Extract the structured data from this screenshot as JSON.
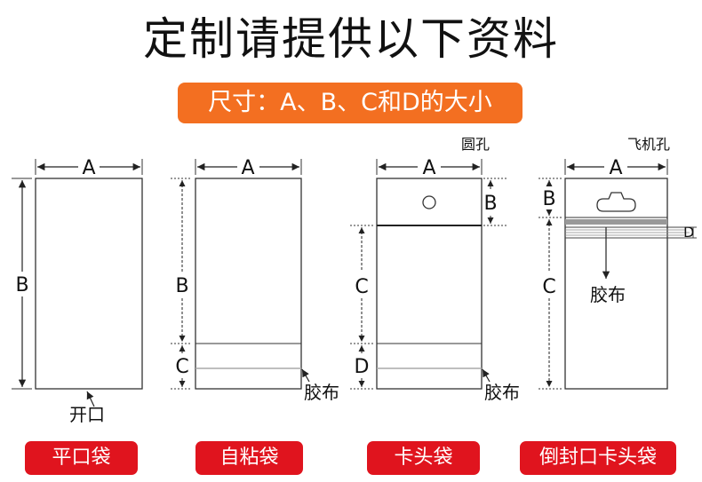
{
  "title": "定制请提供以下资料",
  "subtitle": "尺寸：A、B、C和D的大小",
  "labels": {
    "a": "A",
    "b": "B",
    "c": "C",
    "d": "D"
  },
  "bags": [
    {
      "name": "平口袋",
      "annotation": "开口"
    },
    {
      "name": "自粘袋",
      "annotation": "胶布"
    },
    {
      "name": "卡头袋",
      "annotation": "胶布",
      "hole": "圆孔"
    },
    {
      "name": "倒封口卡头袋",
      "annotation": "胶布",
      "hole": "飞机孔"
    }
  ]
}
